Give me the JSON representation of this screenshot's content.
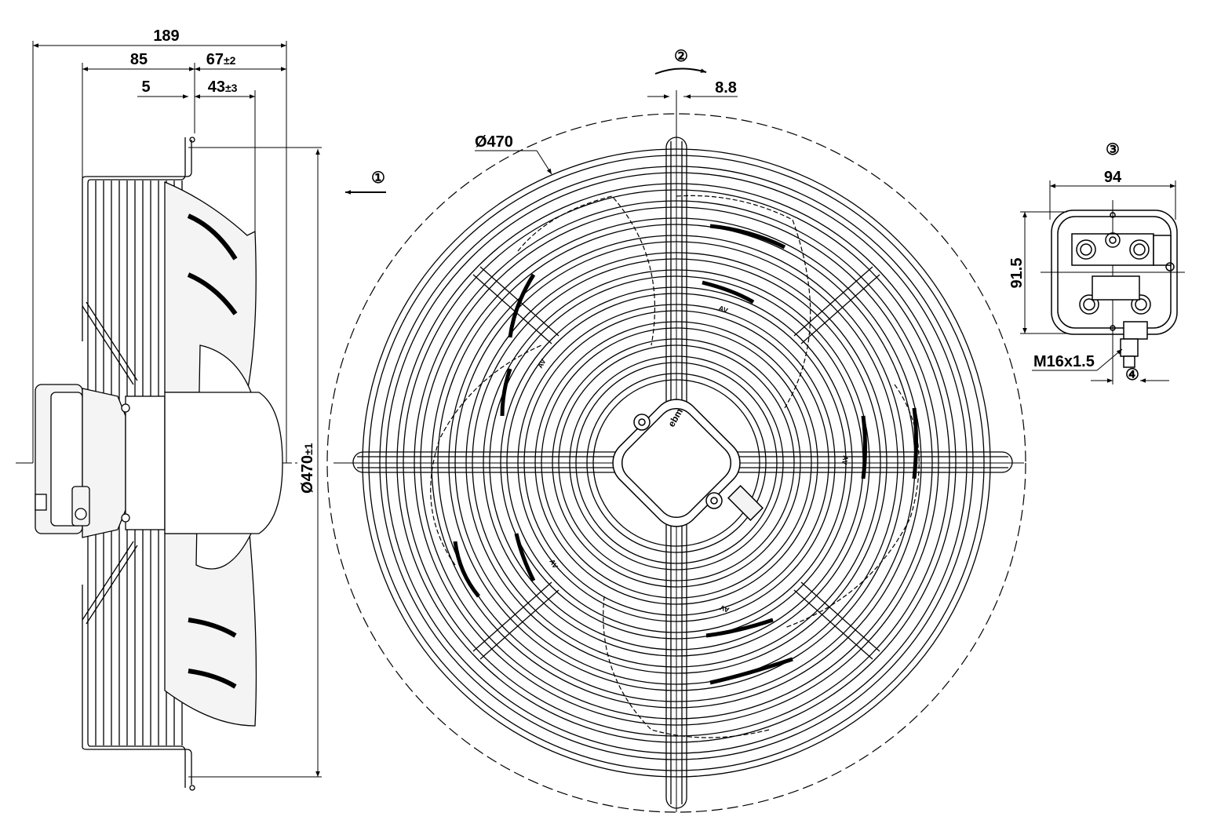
{
  "colors": {
    "line": "#000000",
    "background": "#ffffff",
    "fill_light": "#f4f4f4"
  },
  "side_view": {
    "dim_overall": "189",
    "dim_85": "85",
    "dim_67": "67",
    "dim_67_tol": "±2",
    "dim_5": "5",
    "dim_43": "43",
    "dim_43_tol": "±3",
    "dim_diameter": "Ø470",
    "dim_diameter_tol": "±1",
    "callout_airflow": "①"
  },
  "front_view": {
    "dim_outer_diameter": "Ø470",
    "dim_8_8": "8.8",
    "callout_rotation": "②",
    "brand_mark": "ebm",
    "blade_markings": [
      "AV",
      "AV",
      "AV",
      "AV",
      "AV"
    ]
  },
  "terminal_box": {
    "callout": "③",
    "dim_width": "94",
    "dim_height": "91.5",
    "dim_thread": "M16x1.5",
    "callout_gland": "④"
  }
}
